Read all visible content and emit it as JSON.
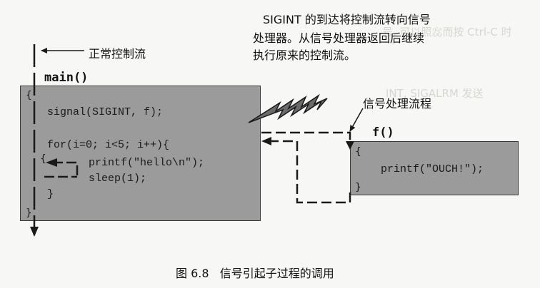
{
  "annotations": {
    "normal_flow": "正常控制流",
    "sigint_note": [
      "SIGINT 的到达将控制流转向信号",
      "处理器。从信号处理器返回后继续",
      "执行原来的控制流。"
    ],
    "handler_flow": "信号处理流程"
  },
  "main_block": {
    "title": "main()",
    "open_brace": "{",
    "close_brace": "}",
    "lines": [
      "signal(SIGINT, f);",
      "for(i=0; i<5; i++){",
      "printf(\"hello\\n\");",
      "sleep(1);",
      "}"
    ],
    "inner_open": "{"
  },
  "f_block": {
    "title": "f()",
    "open_brace": "{",
    "close_brace": "}",
    "line": "printf(\"OUCH!\");"
  },
  "caption": "图 6.8   信号引起子过程的调用",
  "colors": {
    "box_fill": "#9b9b9b",
    "box_border": "#3a3a3a",
    "line": "#1a1a1a"
  }
}
